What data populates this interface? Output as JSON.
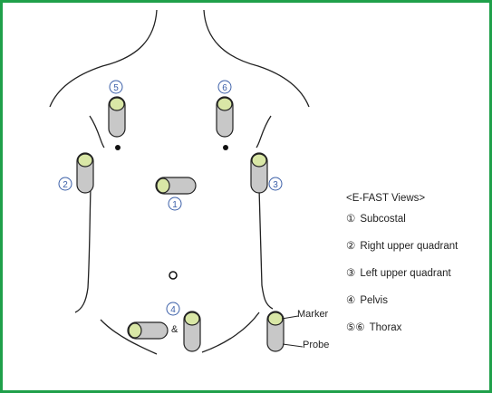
{
  "legend": {
    "title": "<E-FAST Views>",
    "items": [
      {
        "num": "①",
        "label": "Subcostal"
      },
      {
        "num": "②",
        "label": "Right upper quadrant"
      },
      {
        "num": "③",
        "label": "Left upper quadrant"
      },
      {
        "num": "④",
        "label": "Pelvis"
      },
      {
        "num": "⑤⑥",
        "label": "Thorax"
      }
    ]
  },
  "view_numbers": {
    "v1": "1",
    "v2": "2",
    "v3": "3",
    "v4": "4",
    "v5": "5",
    "v6": "6"
  },
  "ampersand": "&",
  "probe_key": {
    "marker": "Marker",
    "probe": "Probe"
  },
  "colors": {
    "border": "#1fa04a",
    "probe_body": "#c8c8c8",
    "probe_marker": "#d9e7a6",
    "view_number": "#3b5fa8",
    "outline": "#222222"
  }
}
